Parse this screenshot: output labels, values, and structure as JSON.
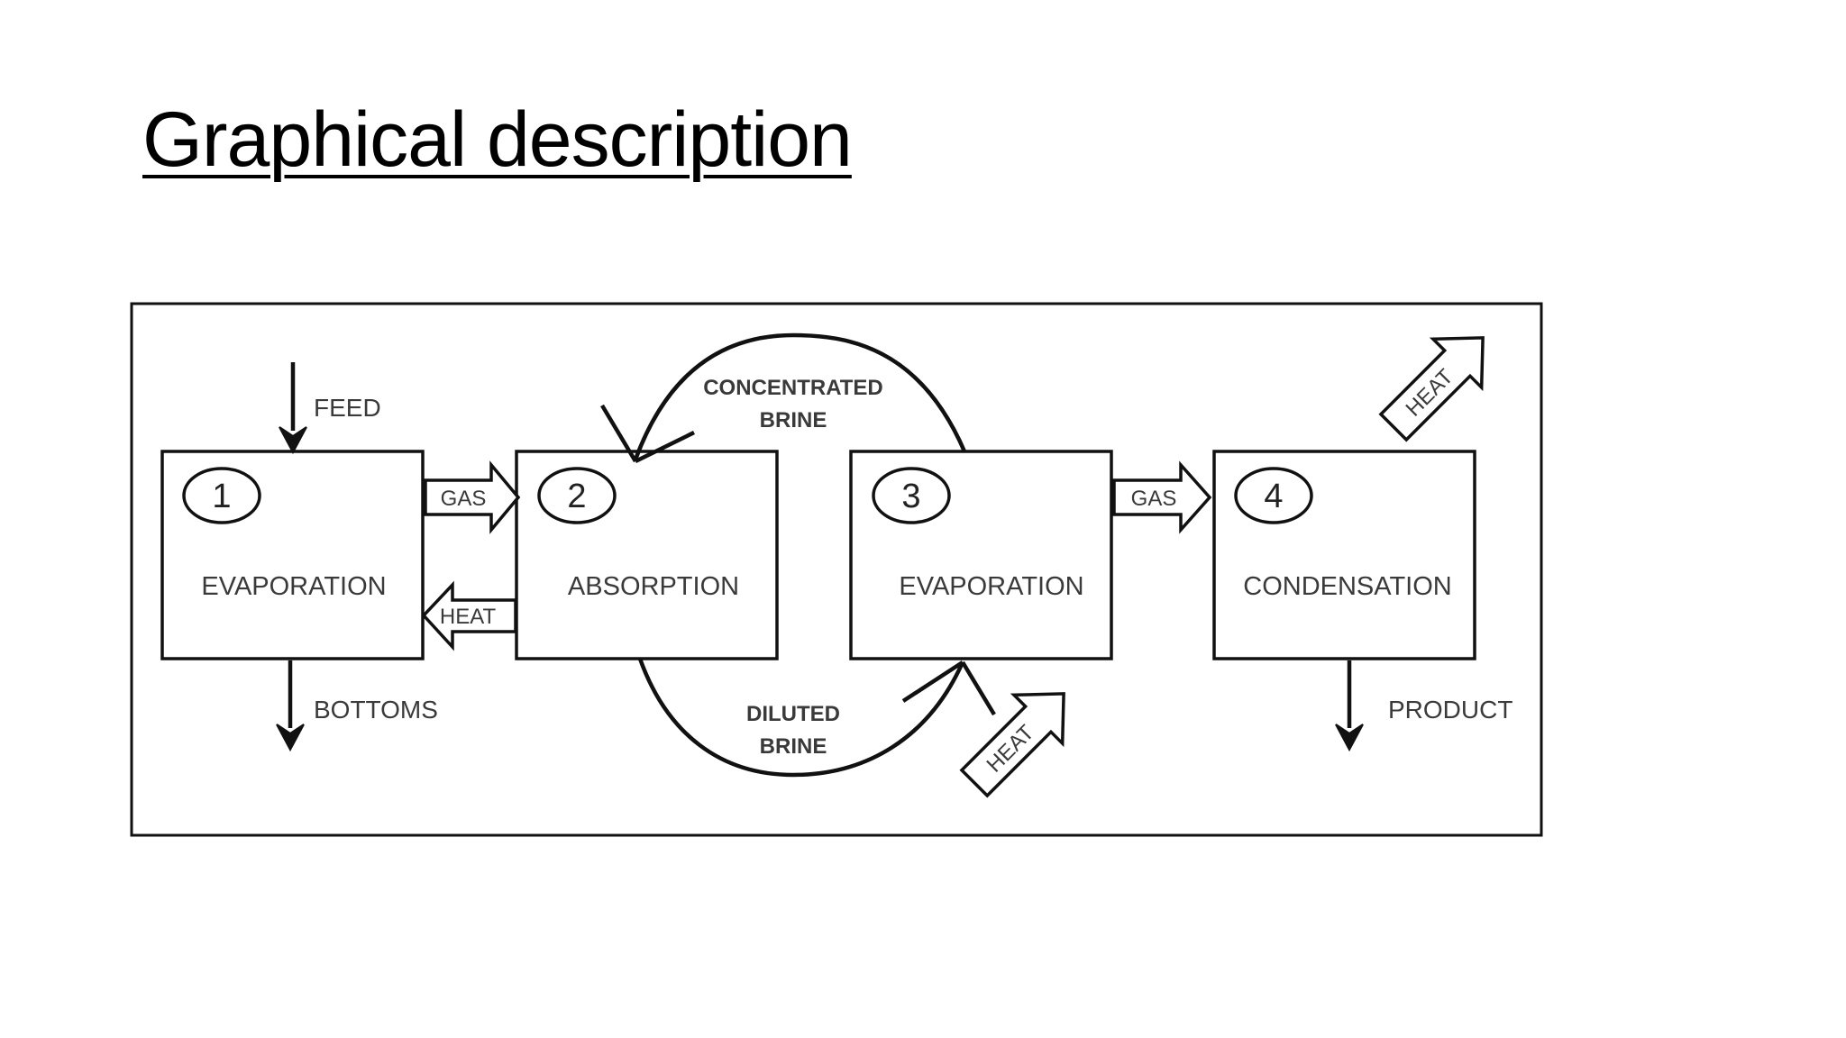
{
  "slide": {
    "title": "Graphical description"
  },
  "diagram": {
    "steps": [
      {
        "number": "1",
        "label": "EVAPORATION"
      },
      {
        "number": "2",
        "label": "ABSORPTION"
      },
      {
        "number": "3",
        "label": "EVAPORATION"
      },
      {
        "number": "4",
        "label": "CONDENSATION"
      }
    ],
    "flows": {
      "feed": "FEED",
      "bottoms": "BOTTOMS",
      "product": "PRODUCT",
      "gas_1_2": "GAS",
      "heat_2_1": "HEAT",
      "gas_3_4": "GAS",
      "heat_in_3": "HEAT",
      "heat_out_4": "HEAT",
      "concentrated_brine_line1": "CONCENTRATED",
      "concentrated_brine_line2": "BRINE",
      "diluted_brine_line1": "DILUTED",
      "diluted_brine_line2": "BRINE"
    }
  }
}
